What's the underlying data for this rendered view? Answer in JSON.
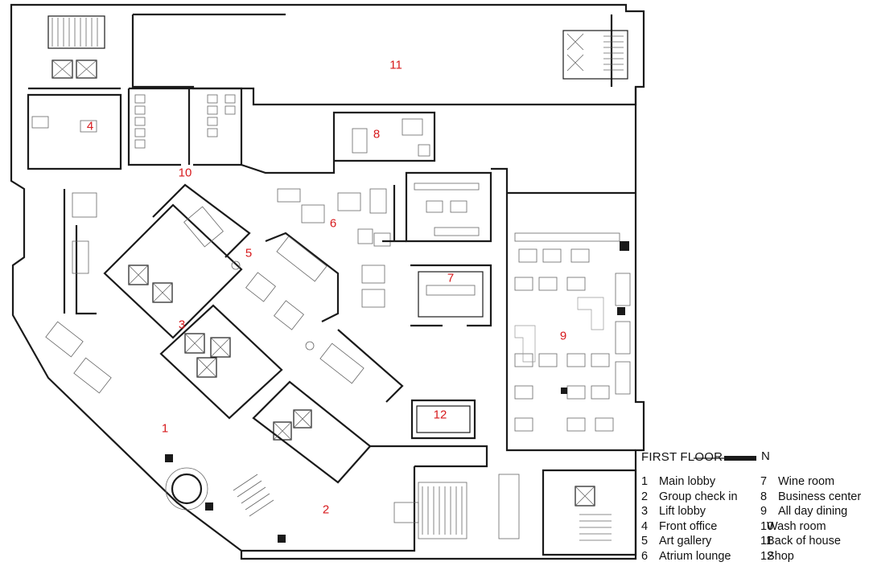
{
  "legend": {
    "title": "FIRST FLOOR",
    "north_label": "N",
    "items": [
      {
        "num": "1",
        "label": "Main lobby"
      },
      {
        "num": "2",
        "label": "Group check in"
      },
      {
        "num": "3",
        "label": "Lift lobby"
      },
      {
        "num": "4",
        "label": "Front office"
      },
      {
        "num": "5",
        "label": "Art gallery"
      },
      {
        "num": "6",
        "label": "Atrium lounge"
      },
      {
        "num": "7",
        "label": "Wine room"
      },
      {
        "num": "8",
        "label": "Business center"
      },
      {
        "num": "9",
        "label": "All day dining"
      },
      {
        "num": "10",
        "label": "Wash room"
      },
      {
        "num": "11",
        "label": "Back of house"
      },
      {
        "num": "12",
        "label": "Shop"
      }
    ]
  },
  "room_labels": [
    "1",
    "2",
    "3",
    "4",
    "5",
    "6",
    "7",
    "8",
    "9",
    "10",
    "11",
    "12"
  ],
  "colors": {
    "label_red": "#d7191c",
    "wall": "#1a1a1a"
  }
}
